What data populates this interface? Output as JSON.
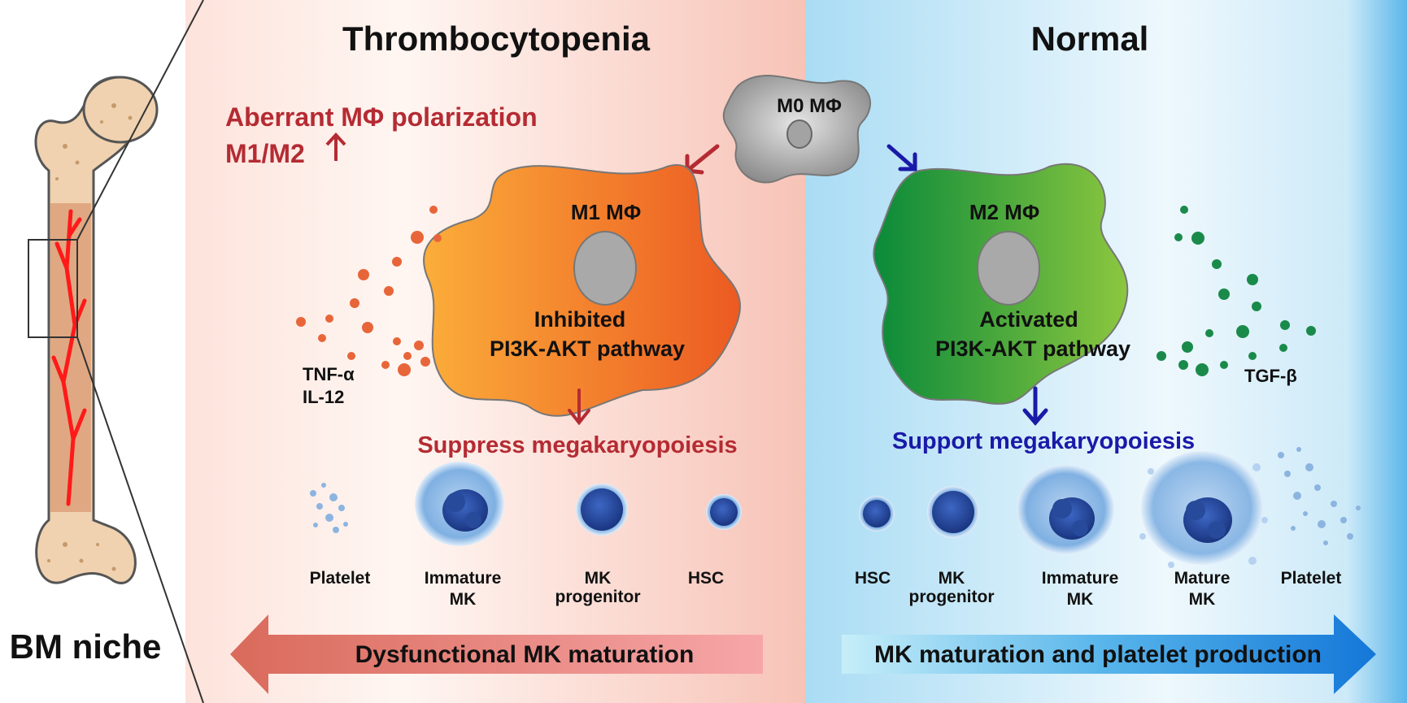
{
  "left": {
    "title": "Thrombocytopenia",
    "polarization_line1": "Aberrant MΦ polarization",
    "polarization_line2": "M1/M2",
    "m1_label": "M1 MΦ",
    "m1_pathway_line1": "Inhibited",
    "m1_pathway_line2": "PI3K-AKT pathway",
    "cytokines_line1": "TNF-α",
    "cytokines_line2": "IL-12",
    "effect": "Suppress megakaryopoiesis",
    "cells": [
      {
        "line1": "Platelet",
        "line2": ""
      },
      {
        "line1": "Immature",
        "line2": "MK"
      },
      {
        "line1": "MK",
        "line2": "progenitor"
      },
      {
        "line1": "HSC",
        "line2": ""
      }
    ],
    "arrow_label": "Dysfunctional MK maturation"
  },
  "right": {
    "title": "Normal",
    "m2_label": "M2 MΦ",
    "m2_pathway_line1": "Activated",
    "m2_pathway_line2": "PI3K-AKT pathway",
    "cytokine": "TGF-β",
    "effect": "Support megakaryopoiesis",
    "cells": [
      {
        "line1": "HSC",
        "line2": ""
      },
      {
        "line1": "MK",
        "line2": "progenitor"
      },
      {
        "line1": "Immature",
        "line2": "MK"
      },
      {
        "line1": "Mature",
        "line2": "MK"
      },
      {
        "line1": "Platelet",
        "line2": ""
      }
    ],
    "arrow_label": "MK maturation and platelet production"
  },
  "m0_label": "M0 MΦ",
  "bone_label": "BM niche",
  "colors": {
    "red_text": "#b52b33",
    "blue_text": "#1a1aa8",
    "m1_orange": "#ee6a22",
    "m2_green": "#2f9e3a",
    "marrow_red": "#ff1a1a",
    "bone": "#f0d2b0",
    "cell_blue": "#2a4fa0"
  }
}
